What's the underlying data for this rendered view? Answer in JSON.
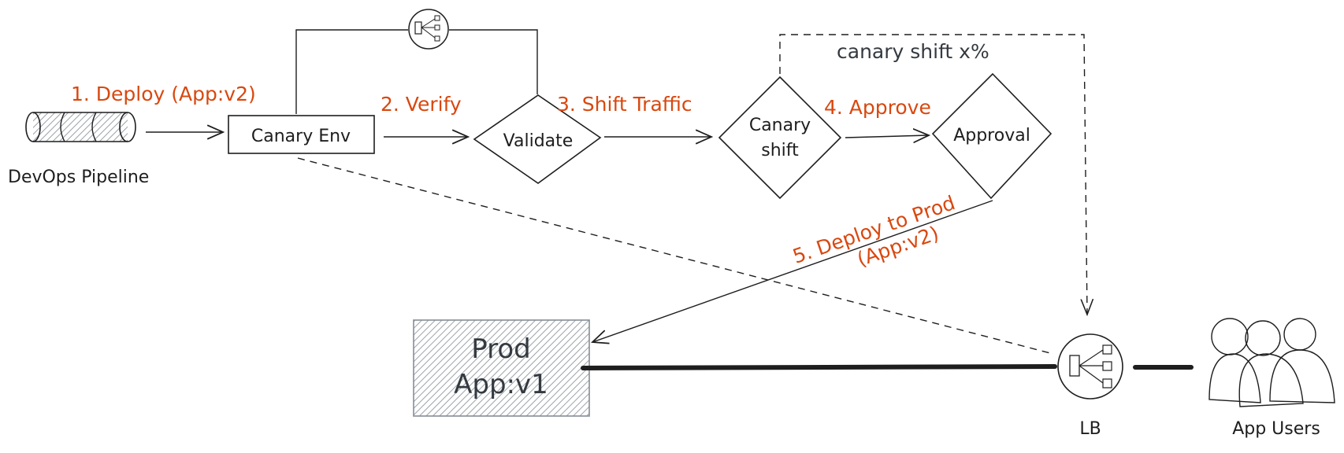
{
  "diagram": {
    "title": "Canary deployment flow",
    "colors": {
      "step_label": "#d9480f",
      "ink": "#1e1e1e",
      "canary_fill": "#ffd8a8",
      "hatch_gray": "#adb5bd",
      "users_fill": "#868e96",
      "note_ink": "#343a40"
    },
    "nodes": {
      "pipeline": {
        "label": "DevOps Pipeline",
        "icon": "pipeline-cylinder-icon"
      },
      "canary_env": {
        "label": "Canary Env"
      },
      "validate": {
        "label": "Validate"
      },
      "canary_shift": {
        "label_line1": "Canary",
        "label_line2": "shift"
      },
      "approval": {
        "label": "Approval"
      },
      "prod": {
        "label_line1": "Prod",
        "label_line2": "App:v1"
      },
      "top_lb": {
        "icon": "load-balancer-icon"
      },
      "lb": {
        "label": "LB",
        "icon": "load-balancer-icon"
      },
      "users": {
        "label": "App Users",
        "icon": "users-group-icon"
      }
    },
    "edges": {
      "step1": "1. Deploy (App:v2)",
      "step2": "2. Verify",
      "step3": "3. Shift Traffic",
      "step4": "4. Approve",
      "step5_line1": "5. Deploy to Prod",
      "step5_line2": "(App:v2)",
      "canary_note": "canary shift x%"
    }
  }
}
